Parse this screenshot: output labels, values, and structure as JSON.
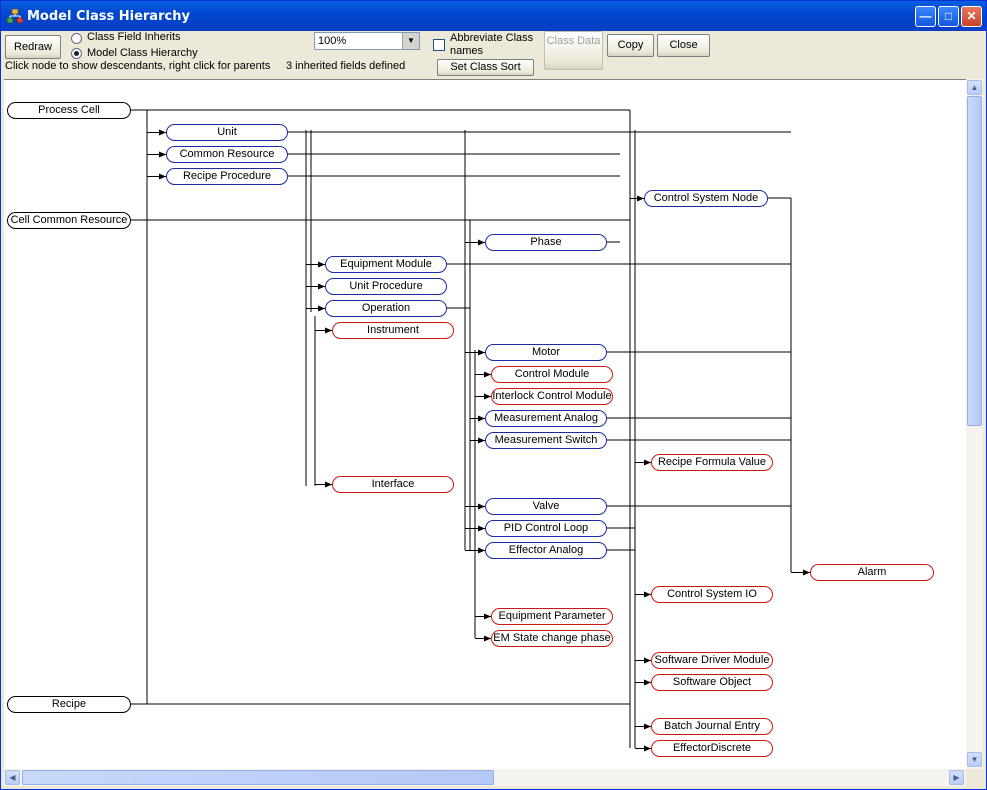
{
  "window": {
    "title": "Model Class Hierarchy"
  },
  "toolbar": {
    "redraw": "Redraw",
    "radio_field_inherits": "Class Field Inherits",
    "radio_model_hierarchy": "Model Class Hierarchy",
    "hint": "Click node to show descendants, right click for parents",
    "zoom_value": "100%",
    "inherited_info": "3 inherited fields defined",
    "abbreviate_label": "Abbreviate Class names",
    "abbreviate_checked": false,
    "set_class_sort": "Set Class Sort",
    "class_data": "Class Data",
    "copy": "Copy",
    "close": "Close"
  },
  "colors": {
    "base_node": "#000000",
    "model_node": "#1a2aa8",
    "leaf_node": "#c81818"
  },
  "nodes": [
    {
      "id": "process-cell",
      "label": "Process Cell",
      "color": "black"
    },
    {
      "id": "unit",
      "label": "Unit",
      "color": "blue"
    },
    {
      "id": "common-resource",
      "label": "Common Resource",
      "color": "blue"
    },
    {
      "id": "recipe-procedure",
      "label": "Recipe Procedure",
      "color": "blue"
    },
    {
      "id": "control-system-node",
      "label": "Control System Node",
      "color": "blue"
    },
    {
      "id": "cell-common-resource",
      "label": "Cell Common Resource",
      "color": "black"
    },
    {
      "id": "phase",
      "label": "Phase",
      "color": "blue"
    },
    {
      "id": "equipment-module",
      "label": "Equipment Module",
      "color": "blue"
    },
    {
      "id": "unit-procedure",
      "label": "Unit Procedure",
      "color": "blue"
    },
    {
      "id": "operation",
      "label": "Operation",
      "color": "blue"
    },
    {
      "id": "instrument",
      "label": "Instrument",
      "color": "red"
    },
    {
      "id": "motor",
      "label": "Motor",
      "color": "blue"
    },
    {
      "id": "control-module",
      "label": "Control Module",
      "color": "red"
    },
    {
      "id": "interlock-control-module",
      "label": "Interlock Control Module",
      "color": "red"
    },
    {
      "id": "measurement-analog",
      "label": "Measurement Analog",
      "color": "blue"
    },
    {
      "id": "measurement-switch",
      "label": "Measurement Switch",
      "color": "blue"
    },
    {
      "id": "recipe-formula-value",
      "label": "Recipe Formula Value",
      "color": "red"
    },
    {
      "id": "interface",
      "label": "Interface",
      "color": "red"
    },
    {
      "id": "valve",
      "label": "Valve",
      "color": "blue"
    },
    {
      "id": "pid-control-loop",
      "label": "PID Control Loop",
      "color": "blue"
    },
    {
      "id": "effector-analog",
      "label": "Effector Analog",
      "color": "blue"
    },
    {
      "id": "alarm",
      "label": "Alarm",
      "color": "red"
    },
    {
      "id": "control-system-io",
      "label": "Control System IO",
      "color": "red"
    },
    {
      "id": "equipment-parameter",
      "label": "Equipment Parameter",
      "color": "red"
    },
    {
      "id": "em-state-change-phase",
      "label": "EM State change phase",
      "color": "red"
    },
    {
      "id": "software-driver-module",
      "label": "Software Driver Module",
      "color": "red"
    },
    {
      "id": "software-object",
      "label": "Software Object",
      "color": "red"
    },
    {
      "id": "recipe",
      "label": "Recipe",
      "color": "black"
    },
    {
      "id": "batch-journal-entry",
      "label": "Batch Journal Entry",
      "color": "red"
    },
    {
      "id": "effector-discrete",
      "label": "EffectorDiscrete",
      "color": "red"
    }
  ]
}
